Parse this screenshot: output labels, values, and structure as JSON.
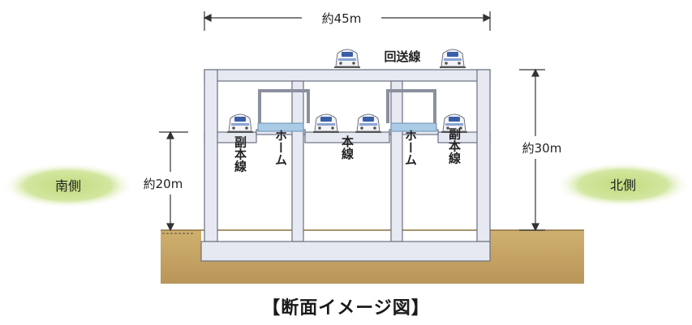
{
  "dimensions": {
    "width_label": "約45m",
    "height_label": "約30m",
    "depth_label": "約20m"
  },
  "labels": {
    "return_line": "回送線",
    "sub_line_left": "副本線",
    "platform_left": "ホーム",
    "main_line": "本線",
    "platform_right": "ホーム",
    "sub_line_right": "副本線"
  },
  "sides": {
    "south": "南側",
    "north": "北側"
  },
  "caption": "【断面イメージ図】",
  "colors": {
    "structure_fill": "#e6e9f2",
    "structure_stroke": "#6b7080",
    "ground": "#c8a868",
    "side_glow": "#c6dd86",
    "platform": "#a9cbe6"
  }
}
